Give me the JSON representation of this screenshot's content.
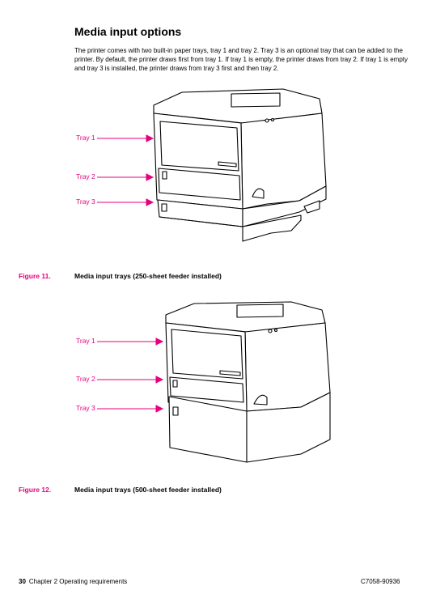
{
  "heading": "Media input options",
  "intro": "The printer comes with two built-in paper trays, tray 1 and tray 2. Tray 3 is an optional tray that can be added to the printer. By default, the printer draws first from tray 1. If tray 1 is empty, the printer draws from tray 2. If tray 1 is empty and tray 3 is installed, the printer draws from tray 3 first and then tray 2.",
  "figures": [
    {
      "callouts": [
        "Tray 1",
        "Tray 2",
        "Tray 3"
      ],
      "number": "Figure 11.",
      "caption": "Media input trays (250-sheet feeder installed)"
    },
    {
      "callouts": [
        "Tray 1",
        "Tray 2",
        "Tray 3"
      ],
      "number": "Figure 12.",
      "caption": "Media input trays (500-sheet feeder installed)"
    }
  ],
  "footer": {
    "page_number": "30",
    "chapter": "Chapter 2 Operating requirements",
    "doc_id": "C7058-90936"
  },
  "colors": {
    "accent": "#e6007e",
    "text": "#000000"
  }
}
